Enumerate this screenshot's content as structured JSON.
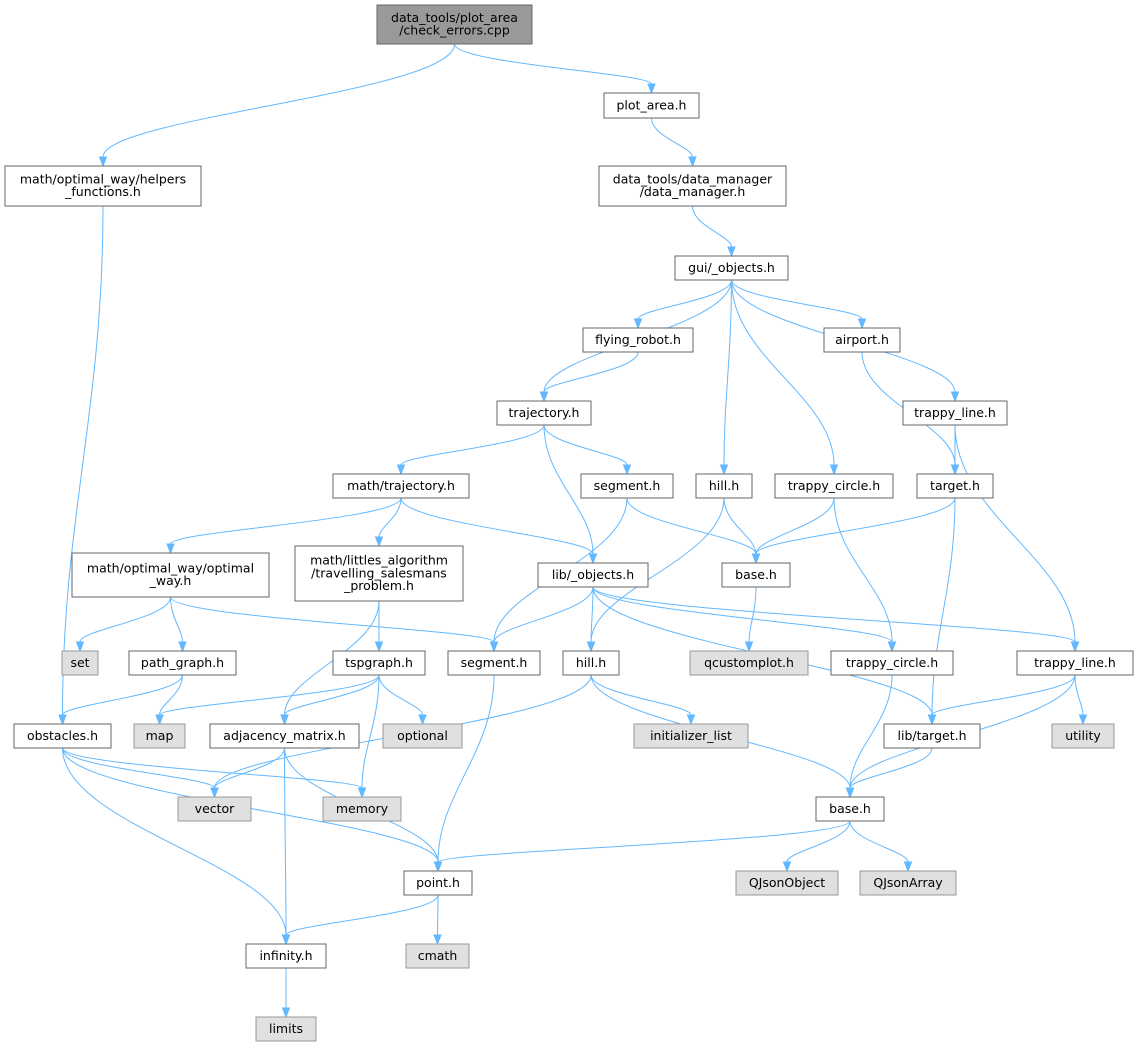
{
  "diagram": {
    "colors": {
      "edge": "#63b8ff",
      "root_fill": "#999999",
      "user_fill": "#ffffff",
      "system_fill": "#e0e0e0",
      "border": "#666666"
    },
    "nodes": [
      {
        "id": "n0",
        "kind": "root",
        "lines": [
          "data_tools/plot_area",
          "/check_errors.cpp"
        ]
      },
      {
        "id": "n1",
        "kind": "user",
        "lines": [
          "plot_area.h"
        ]
      },
      {
        "id": "n2",
        "kind": "user",
        "lines": [
          "math/optimal_way/helpers",
          "_functions.h"
        ]
      },
      {
        "id": "n3",
        "kind": "user",
        "lines": [
          "data_tools/data_manager",
          "/data_manager.h"
        ]
      },
      {
        "id": "n4",
        "kind": "user",
        "lines": [
          "gui/_objects.h"
        ]
      },
      {
        "id": "n5",
        "kind": "user",
        "lines": [
          "flying_robot.h"
        ]
      },
      {
        "id": "n6",
        "kind": "user",
        "lines": [
          "airport.h"
        ]
      },
      {
        "id": "n7",
        "kind": "user",
        "lines": [
          "trajectory.h"
        ]
      },
      {
        "id": "n8",
        "kind": "user",
        "lines": [
          "trappy_line.h"
        ]
      },
      {
        "id": "n9",
        "kind": "user",
        "lines": [
          "math/trajectory.h"
        ]
      },
      {
        "id": "n10",
        "kind": "user",
        "lines": [
          "segment.h"
        ]
      },
      {
        "id": "n11",
        "kind": "user",
        "lines": [
          "hill.h"
        ]
      },
      {
        "id": "n12",
        "kind": "user",
        "lines": [
          "trappy_circle.h"
        ]
      },
      {
        "id": "n13",
        "kind": "user",
        "lines": [
          "target.h"
        ]
      },
      {
        "id": "n14",
        "kind": "user",
        "lines": [
          "math/optimal_way/optimal",
          "_way.h"
        ]
      },
      {
        "id": "n15",
        "kind": "user",
        "lines": [
          "math/littles_algorithm",
          "/travelling_salesmans",
          "_problem.h"
        ]
      },
      {
        "id": "n16",
        "kind": "user",
        "lines": [
          "lib/_objects.h"
        ]
      },
      {
        "id": "n17",
        "kind": "user",
        "lines": [
          "base.h"
        ]
      },
      {
        "id": "n18",
        "kind": "system",
        "lines": [
          "set"
        ]
      },
      {
        "id": "n19",
        "kind": "user",
        "lines": [
          "path_graph.h"
        ]
      },
      {
        "id": "n20",
        "kind": "user",
        "lines": [
          "tspgraph.h"
        ]
      },
      {
        "id": "n21",
        "kind": "user",
        "lines": [
          "segment.h"
        ]
      },
      {
        "id": "n22",
        "kind": "user",
        "lines": [
          "hill.h"
        ]
      },
      {
        "id": "n23",
        "kind": "system",
        "lines": [
          "qcustomplot.h"
        ]
      },
      {
        "id": "n24",
        "kind": "user",
        "lines": [
          "trappy_circle.h"
        ]
      },
      {
        "id": "n25",
        "kind": "user",
        "lines": [
          "trappy_line.h"
        ]
      },
      {
        "id": "n26",
        "kind": "user",
        "lines": [
          "obstacles.h"
        ]
      },
      {
        "id": "n27",
        "kind": "system",
        "lines": [
          "map"
        ]
      },
      {
        "id": "n28",
        "kind": "user",
        "lines": [
          "adjacency_matrix.h"
        ]
      },
      {
        "id": "n29",
        "kind": "system",
        "lines": [
          "optional"
        ]
      },
      {
        "id": "n30",
        "kind": "system",
        "lines": [
          "initializer_list"
        ]
      },
      {
        "id": "n31",
        "kind": "user",
        "lines": [
          "lib/target.h"
        ]
      },
      {
        "id": "n32",
        "kind": "system",
        "lines": [
          "utility"
        ]
      },
      {
        "id": "n33",
        "kind": "system",
        "lines": [
          "vector"
        ]
      },
      {
        "id": "n34",
        "kind": "system",
        "lines": [
          "memory"
        ]
      },
      {
        "id": "n35",
        "kind": "user",
        "lines": [
          "base.h"
        ]
      },
      {
        "id": "n36",
        "kind": "user",
        "lines": [
          "point.h"
        ]
      },
      {
        "id": "n37",
        "kind": "system",
        "lines": [
          "QJsonObject"
        ]
      },
      {
        "id": "n38",
        "kind": "system",
        "lines": [
          "QJsonArray"
        ]
      },
      {
        "id": "n39",
        "kind": "user",
        "lines": [
          "infinity.h"
        ]
      },
      {
        "id": "n40",
        "kind": "system",
        "lines": [
          "cmath"
        ]
      },
      {
        "id": "n41",
        "kind": "system",
        "lines": [
          "limits"
        ]
      }
    ],
    "edges": [
      [
        "n0",
        "n1"
      ],
      [
        "n0",
        "n2"
      ],
      [
        "n1",
        "n3"
      ],
      [
        "n3",
        "n4"
      ],
      [
        "n2",
        "n26"
      ],
      [
        "n4",
        "n5"
      ],
      [
        "n4",
        "n6"
      ],
      [
        "n4",
        "n7"
      ],
      [
        "n4",
        "n8"
      ],
      [
        "n4",
        "n11"
      ],
      [
        "n4",
        "n12"
      ],
      [
        "n5",
        "n7"
      ],
      [
        "n6",
        "n13"
      ],
      [
        "n8",
        "n13"
      ],
      [
        "n8",
        "n25"
      ],
      [
        "n7",
        "n9"
      ],
      [
        "n7",
        "n10"
      ],
      [
        "n7",
        "n16"
      ],
      [
        "n9",
        "n14"
      ],
      [
        "n9",
        "n15"
      ],
      [
        "n9",
        "n16"
      ],
      [
        "n10",
        "n17"
      ],
      [
        "n10",
        "n21"
      ],
      [
        "n11",
        "n17"
      ],
      [
        "n11",
        "n22"
      ],
      [
        "n12",
        "n17"
      ],
      [
        "n12",
        "n24"
      ],
      [
        "n13",
        "n17"
      ],
      [
        "n13",
        "n31"
      ],
      [
        "n14",
        "n18"
      ],
      [
        "n14",
        "n19"
      ],
      [
        "n14",
        "n21"
      ],
      [
        "n15",
        "n20"
      ],
      [
        "n15",
        "n28"
      ],
      [
        "n16",
        "n21"
      ],
      [
        "n16",
        "n22"
      ],
      [
        "n16",
        "n24"
      ],
      [
        "n16",
        "n25"
      ],
      [
        "n16",
        "n31"
      ],
      [
        "n17",
        "n23"
      ],
      [
        "n19",
        "n26"
      ],
      [
        "n19",
        "n27"
      ],
      [
        "n20",
        "n27"
      ],
      [
        "n20",
        "n28"
      ],
      [
        "n20",
        "n29"
      ],
      [
        "n20",
        "n34"
      ],
      [
        "n21",
        "n36"
      ],
      [
        "n22",
        "n30"
      ],
      [
        "n22",
        "n35"
      ],
      [
        "n22",
        "n33"
      ],
      [
        "n24",
        "n35"
      ],
      [
        "n25",
        "n31"
      ],
      [
        "n25",
        "n32"
      ],
      [
        "n25",
        "n35"
      ],
      [
        "n26",
        "n33"
      ],
      [
        "n26",
        "n34"
      ],
      [
        "n26",
        "n36"
      ],
      [
        "n26",
        "n39"
      ],
      [
        "n28",
        "n33"
      ],
      [
        "n28",
        "n36"
      ],
      [
        "n28",
        "n39"
      ],
      [
        "n31",
        "n35"
      ],
      [
        "n35",
        "n36"
      ],
      [
        "n35",
        "n37"
      ],
      [
        "n35",
        "n38"
      ],
      [
        "n36",
        "n39"
      ],
      [
        "n36",
        "n40"
      ],
      [
        "n39",
        "n41"
      ]
    ]
  }
}
